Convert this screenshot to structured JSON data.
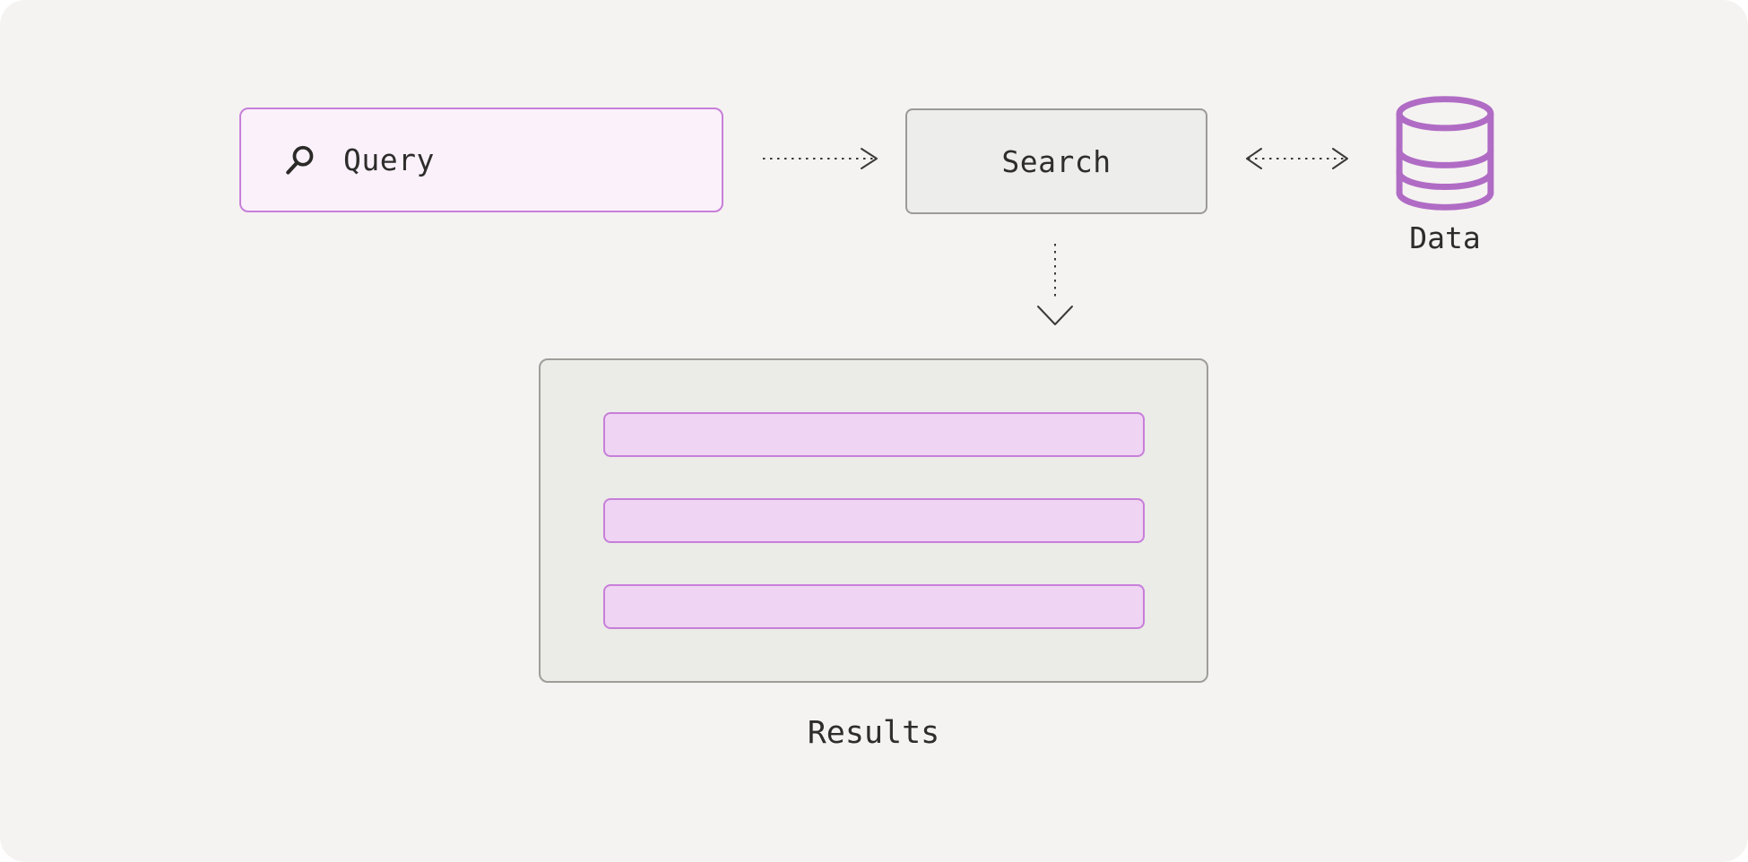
{
  "diagram": {
    "query_node": {
      "label": "Query",
      "icon": "magnifier-icon"
    },
    "search_node": {
      "label": "Search"
    },
    "data_node": {
      "label": "Data",
      "icon": "database-icon"
    },
    "results_node": {
      "label": "Results",
      "bar_count": 3
    },
    "colors": {
      "page_bg": "#ffffff",
      "canvas_bg": "#f5f3f1",
      "purple_border": "#c77fd9",
      "query_fill": "#faf1fb",
      "bar_fill": "#efd4f3",
      "database_stroke": "#b06cc5",
      "search_fill": "#ededeb",
      "search_border": "#9b9a97",
      "results_fill": "#ebebe8",
      "results_border": "#9e9d9a",
      "text": "#2e2d2b",
      "arrow": "#3a3937"
    }
  }
}
